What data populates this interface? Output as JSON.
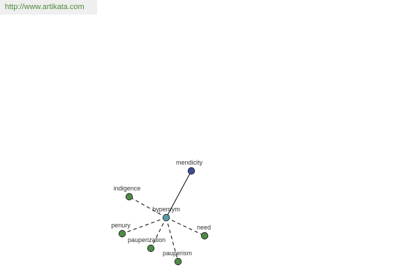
{
  "watermark": "http://www.artikata.com",
  "colors": {
    "center": "#5a9aa8",
    "synonym": "#3c4c9a",
    "related": "#4f8a47",
    "watermark_text": "#4f8a3c",
    "watermark_bg": "#efefef"
  },
  "graph": {
    "center": {
      "id": "hypernym",
      "label": "hypernym",
      "color_key": "center"
    },
    "nodes": [
      {
        "id": "mendicity",
        "label": "mendicity",
        "color_key": "synonym",
        "edge": "solid"
      },
      {
        "id": "indigence",
        "label": "indigence",
        "color_key": "related",
        "edge": "dashed"
      },
      {
        "id": "penury",
        "label": "penury",
        "color_key": "related",
        "edge": "dashed"
      },
      {
        "id": "pauperization",
        "label": "pauperization",
        "color_key": "related",
        "edge": "dashed"
      },
      {
        "id": "pauperism",
        "label": "pauperism",
        "color_key": "related",
        "edge": "dashed"
      },
      {
        "id": "need",
        "label": "need",
        "color_key": "related",
        "edge": "dashed"
      }
    ]
  }
}
